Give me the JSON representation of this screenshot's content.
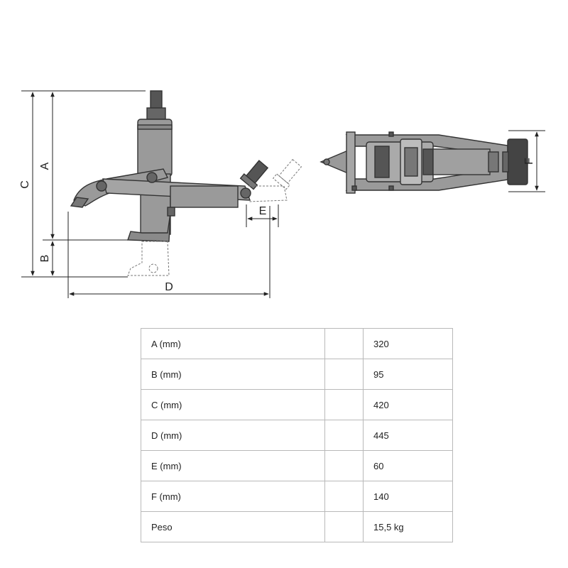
{
  "diagram": {
    "dimension_labels": {
      "A": "A",
      "B": "B",
      "C": "C",
      "D": "D",
      "E": "E",
      "F": "F"
    }
  },
  "specs": {
    "rows": [
      {
        "label": "A (mm)",
        "value": "320"
      },
      {
        "label": "B (mm)",
        "value": "95"
      },
      {
        "label": "C (mm)",
        "value": "420"
      },
      {
        "label": "D (mm)",
        "value": "445"
      },
      {
        "label": "E (mm)",
        "value": "60"
      },
      {
        "label": "F (mm)",
        "value": "140"
      },
      {
        "label": "Peso",
        "value": "15,5 kg"
      }
    ]
  }
}
